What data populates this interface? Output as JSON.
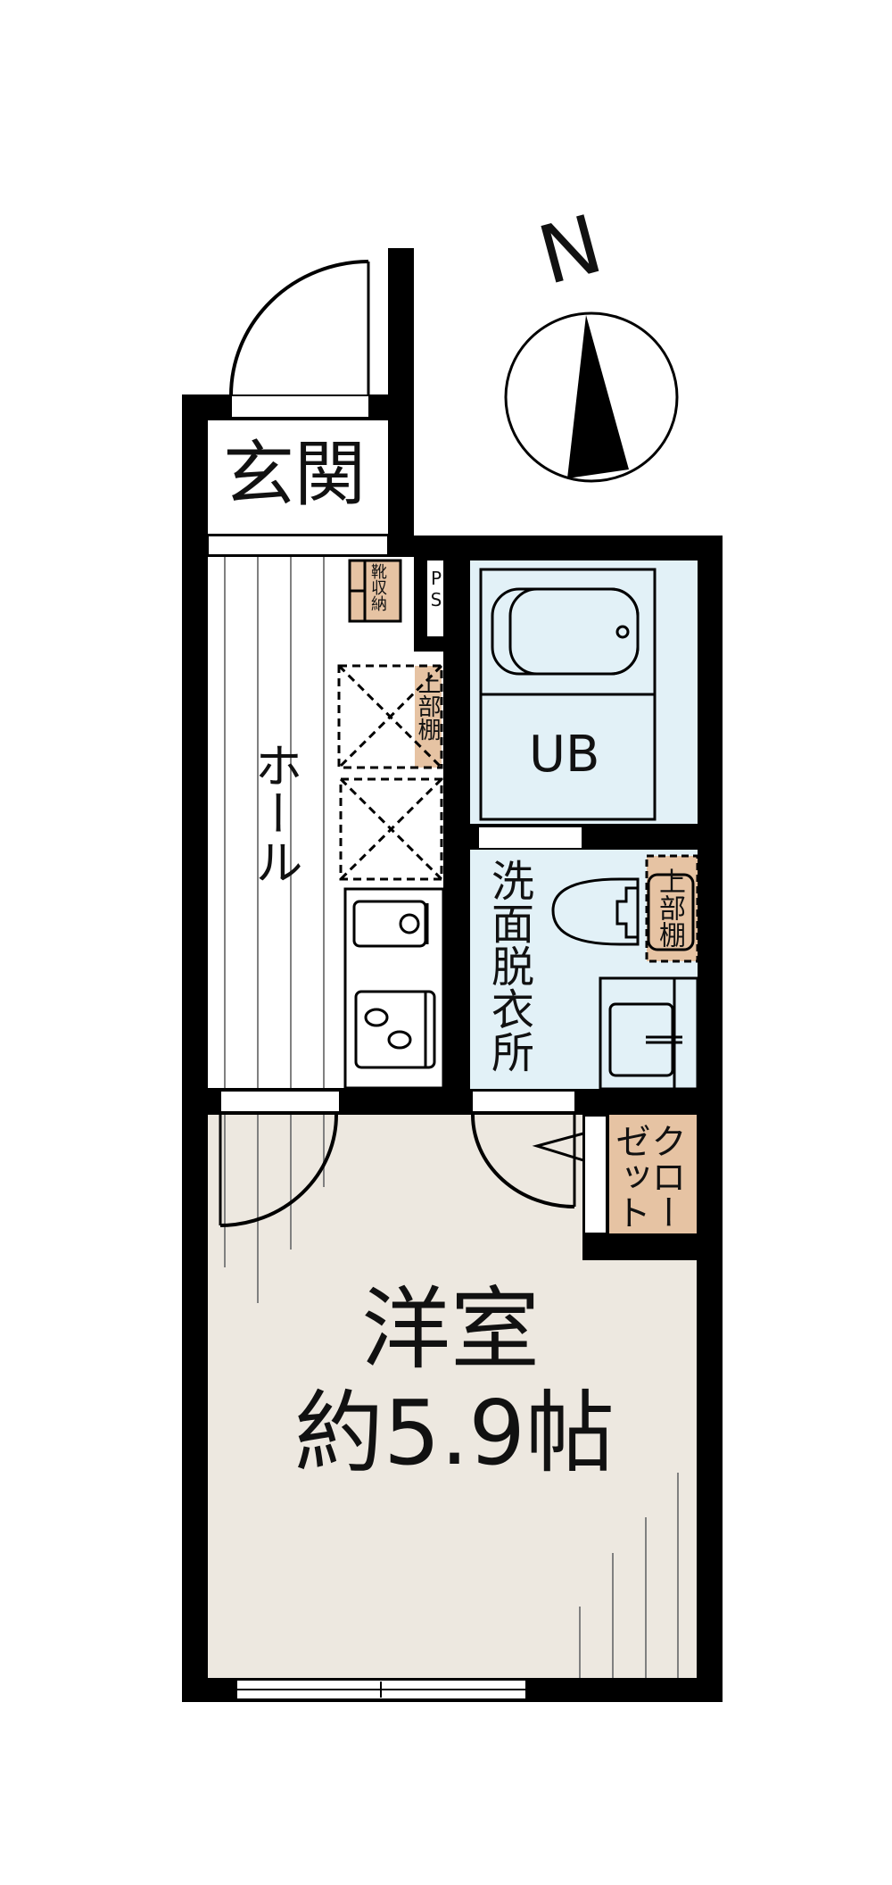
{
  "compass": {
    "label": "N",
    "icon": "north-arrow-icon"
  },
  "rooms": {
    "entrance": "玄関",
    "hall": "ホール",
    "shoe_storage": "靴収納",
    "pipe_space": "PS",
    "upper_shelf_kitchen": "上部棚",
    "unit_bath": "UB",
    "washroom": "洗面脱衣所",
    "upper_shelf_washroom": "上部棚",
    "closet": "クローゼット",
    "western_room": "洋室",
    "western_room_size": "約5.9帖"
  },
  "colors": {
    "wall": "#000000",
    "bath_fill": "#e2f1f7",
    "storage_fill": "#e6c3a3",
    "room_fill": "#ede8e0",
    "floor_line": "#808080"
  }
}
